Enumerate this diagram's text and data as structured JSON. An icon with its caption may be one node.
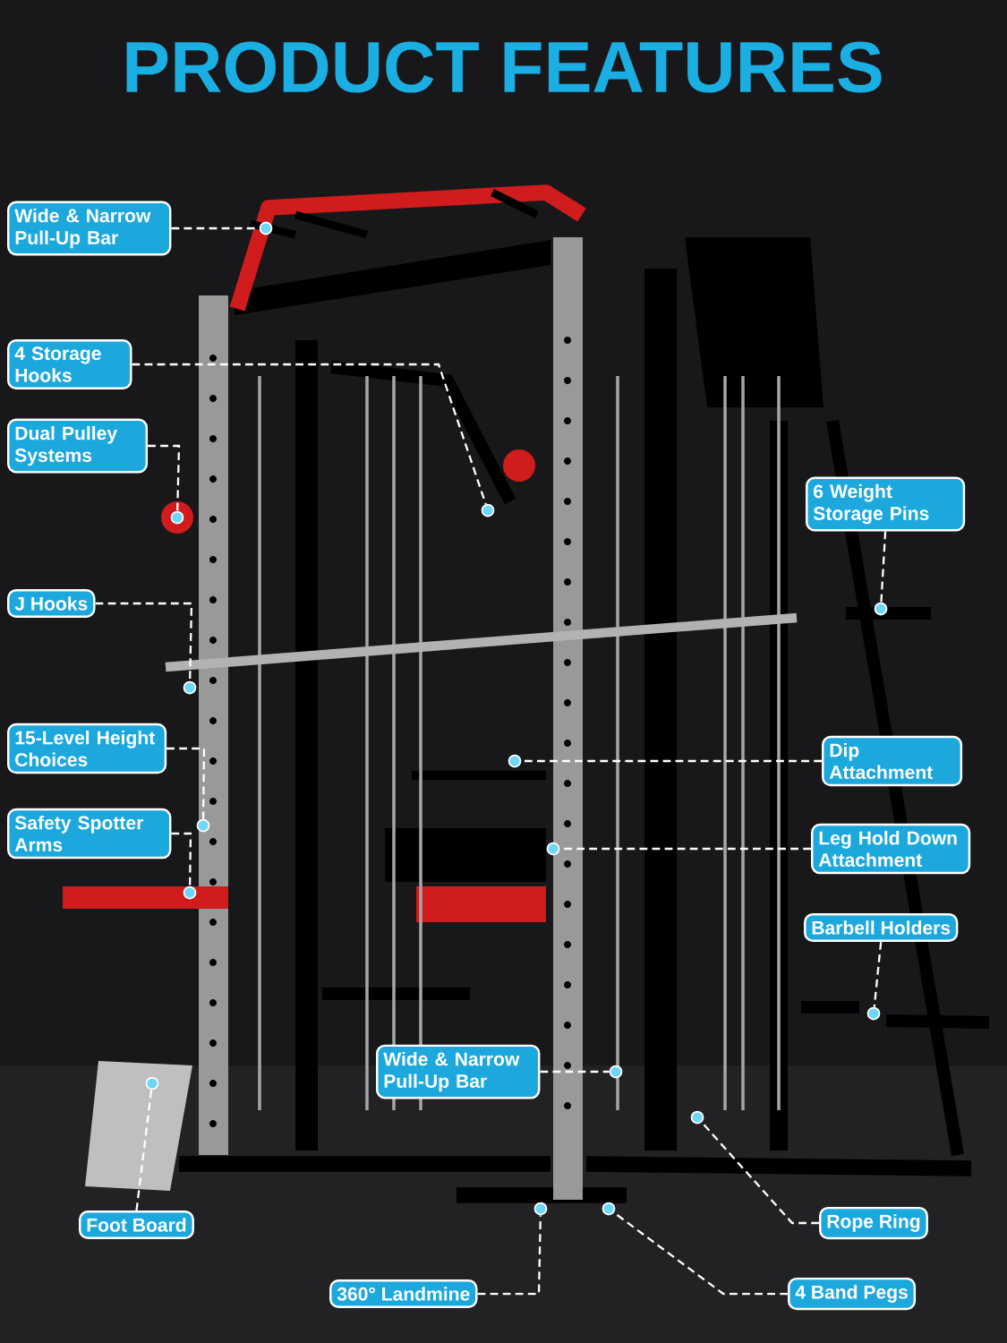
{
  "diagram": {
    "title": "PRODUCT FEATURES",
    "nodes": [
      {
        "text": [
          "Wide & Narrow Pull-Up Bar"
        ]
      },
      {
        "text": [
          "4 Storage Hooks"
        ]
      },
      {
        "text": [
          "Dual Pulley Systems"
        ]
      },
      {
        "text": [
          "J Hooks"
        ]
      },
      {
        "text": [
          "15-Level Height Choices"
        ]
      },
      {
        "text": [
          "Safety Spotter Arms"
        ]
      },
      {
        "text": [
          "6 Weight Storage Pins"
        ]
      },
      {
        "text": [
          "Dip Attachment"
        ]
      },
      {
        "text": [
          "Leg Hold Down Attachment"
        ]
      },
      {
        "text": [
          "Barbell Holders"
        ]
      },
      {
        "text": [
          "Wide & Narrow Pull-Up Bar"
        ]
      },
      {
        "text": [
          "Foot Board"
        ]
      },
      {
        "text": [
          "Rope Ring"
        ]
      },
      {
        "text": [
          "360° Landmine"
        ]
      },
      {
        "text": [
          "4 Band Pegs"
        ]
      },
      {
        "text": [],
        "shape": "circle"
      },
      {
        "text": [],
        "shape": "circle"
      },
      {
        "text": [],
        "shape": "circle"
      },
      {
        "text": [],
        "shape": "circle"
      },
      {
        "text": [],
        "shape": "circle"
      },
      {
        "text": [],
        "shape": "circle"
      },
      {
        "text": [],
        "shape": "circle"
      },
      {
        "text": [],
        "shape": "circle"
      },
      {
        "text": [],
        "shape": "circle"
      },
      {
        "text": [],
        "shape": "circle"
      },
      {
        "text": [],
        "shape": "circle"
      },
      {
        "text": [],
        "shape": "circle"
      },
      {
        "text": [],
        "shape": "circle"
      },
      {
        "text": [],
        "shape": "circle"
      },
      {
        "text": [],
        "shape": "circle"
      }
    ],
    "edges": [
      {
        "from": 0,
        "to": 15,
        "arrow": "none"
      },
      {
        "from": 1,
        "to": 16,
        "arrow": "none"
      },
      {
        "from": 2,
        "to": 17,
        "arrow": "none"
      },
      {
        "from": 3,
        "to": 18,
        "arrow": "none"
      },
      {
        "from": 4,
        "to": 19,
        "arrow": "none"
      },
      {
        "from": 5,
        "to": 20,
        "arrow": "none"
      },
      {
        "from": 6,
        "to": 21,
        "arrow": "none"
      },
      {
        "from": 7,
        "to": 22,
        "arrow": "none"
      },
      {
        "from": 8,
        "to": 23,
        "arrow": "none"
      },
      {
        "from": 9,
        "to": 24,
        "arrow": "none"
      },
      {
        "from": 10,
        "to": 25,
        "arrow": "none"
      },
      {
        "from": 11,
        "to": 26,
        "arrow": "none"
      },
      {
        "from": 12,
        "to": 27,
        "arrow": "none"
      },
      {
        "from": 13,
        "to": 28,
        "arrow": "none"
      },
      {
        "from": 14,
        "to": 29,
        "arrow": "none"
      }
    ]
  }
}
